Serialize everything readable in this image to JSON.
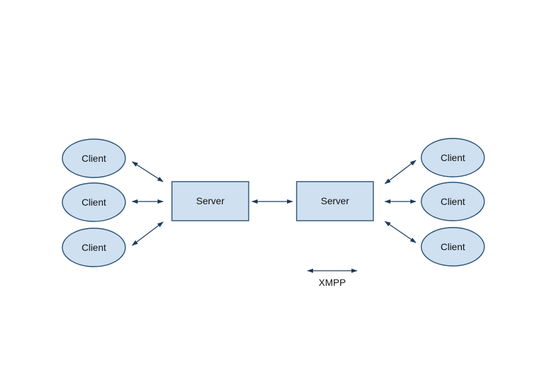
{
  "diagram": {
    "nodes": [
      {
        "id": "client-l1",
        "type": "client",
        "label": "Client"
      },
      {
        "id": "client-l2",
        "type": "client",
        "label": "Client"
      },
      {
        "id": "client-l3",
        "type": "client",
        "label": "Client"
      },
      {
        "id": "server-l",
        "type": "server",
        "label": "Server"
      },
      {
        "id": "server-r",
        "type": "server",
        "label": "Server"
      },
      {
        "id": "client-r1",
        "type": "client",
        "label": "Client"
      },
      {
        "id": "client-r2",
        "type": "client",
        "label": "Client"
      },
      {
        "id": "client-r3",
        "type": "client",
        "label": "Client"
      }
    ],
    "edges": [
      {
        "from": "client-l1",
        "to": "server-l",
        "direction": "both"
      },
      {
        "from": "client-l2",
        "to": "server-l",
        "direction": "both"
      },
      {
        "from": "client-l3",
        "to": "server-l",
        "direction": "both"
      },
      {
        "from": "server-l",
        "to": "server-r",
        "direction": "both"
      },
      {
        "from": "server-r",
        "to": "client-r1",
        "direction": "both"
      },
      {
        "from": "server-r",
        "to": "client-r2",
        "direction": "both"
      },
      {
        "from": "server-r",
        "to": "client-r3",
        "direction": "both"
      }
    ],
    "legend": {
      "label": "XMPP",
      "symbol": "double-arrow"
    },
    "colors": {
      "node_fill": "#cfe0f1",
      "node_stroke": "#284f73",
      "edge": "#1d3c5c"
    }
  }
}
